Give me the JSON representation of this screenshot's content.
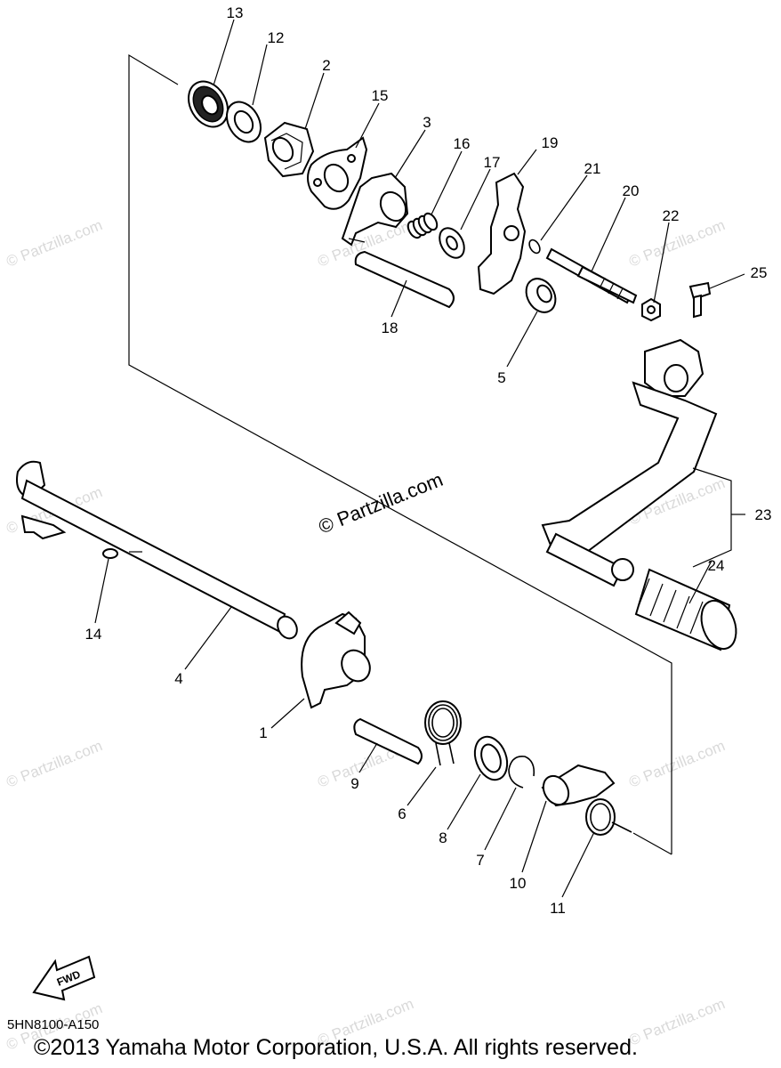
{
  "callouts": [
    "13",
    "12",
    "2",
    "15",
    "3",
    "16",
    "17",
    "19",
    "21",
    "20",
    "22",
    "25",
    "18",
    "5",
    "23",
    "24",
    "14",
    "4",
    "1",
    "9",
    "6",
    "8",
    "7",
    "10",
    "11"
  ],
  "watermark_main": "© Partzilla.com",
  "watermark_faint": "© Partzilla.com",
  "fwd_label": "FWD",
  "diagram_code": "5HN8100-A150",
  "copyright": "©2013 Yamaha Motor Corporation, U.S.A. All rights reserved."
}
